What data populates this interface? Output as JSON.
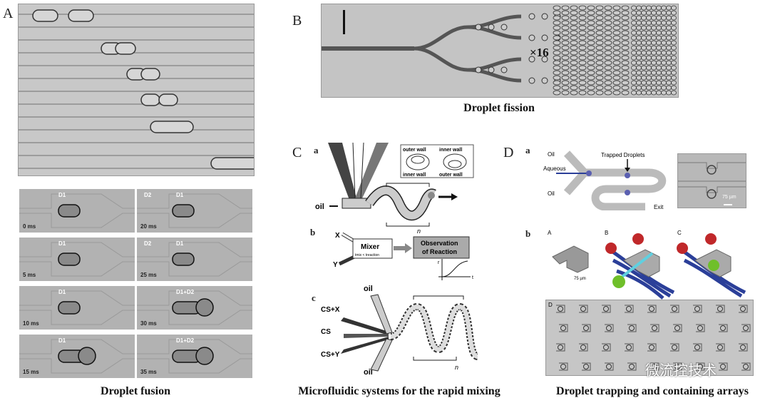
{
  "panels": {
    "A": {
      "label": "A",
      "frames": [
        {
          "time": "0 ms",
          "tags": [
            "D1"
          ]
        },
        {
          "time": "20 ms",
          "tags": [
            "D2",
            "D1"
          ]
        },
        {
          "time": "5 ms",
          "tags": [
            "D1"
          ]
        },
        {
          "time": "25 ms",
          "tags": [
            "D2",
            "D1"
          ]
        },
        {
          "time": "10 ms",
          "tags": [
            "D1"
          ]
        },
        {
          "time": "30 ms",
          "tags": [
            "D1+D2"
          ]
        },
        {
          "time": "15 ms",
          "tags": [
            "D1"
          ]
        },
        {
          "time": "35 ms",
          "tags": [
            "D1+D2"
          ]
        }
      ],
      "caption": "Droplet fusion"
    },
    "B": {
      "label": "B",
      "multiplier": "×16",
      "caption": "Droplet fission"
    },
    "C": {
      "label": "C",
      "sub": {
        "a": "a",
        "b": "b",
        "c": "c"
      },
      "a": {
        "oil": "oil",
        "outer_wall": "outer wall",
        "inner_wall": "inner wall",
        "n": "n"
      },
      "b": {
        "x": "X",
        "y": "Y",
        "mixer": "Mixer",
        "mixer_cond": "tmix < treaction",
        "obs1": "Observation",
        "obs2": "of Reaction",
        "r": "r",
        "t": "t"
      },
      "c": {
        "oil": "oil",
        "csx": "CS+X",
        "cs": "CS",
        "csy": "CS+Y",
        "n": "n"
      },
      "caption": "Microfluidic systems for the rapid mixing"
    },
    "D": {
      "label": "D",
      "sub": {
        "a": "a",
        "b": "b"
      },
      "a": {
        "oil1": "Oil",
        "aqueous": "Aqueous",
        "oil2": "Oil",
        "trapped": "Trapped Droplets",
        "exit": "Exit",
        "scale": "75 µm"
      },
      "b": {
        "A": "A",
        "B": "B",
        "C": "C",
        "D": "D",
        "scale": "75 µm"
      },
      "caption": "Droplet trapping and containing arrays"
    }
  },
  "watermark": "微流控技术",
  "colors": {
    "droplet_blue": "#5a5fb0",
    "trap_red": "#c0282a",
    "trap_green": "#6fbf2a",
    "channel_blue": "#2b3f99"
  }
}
